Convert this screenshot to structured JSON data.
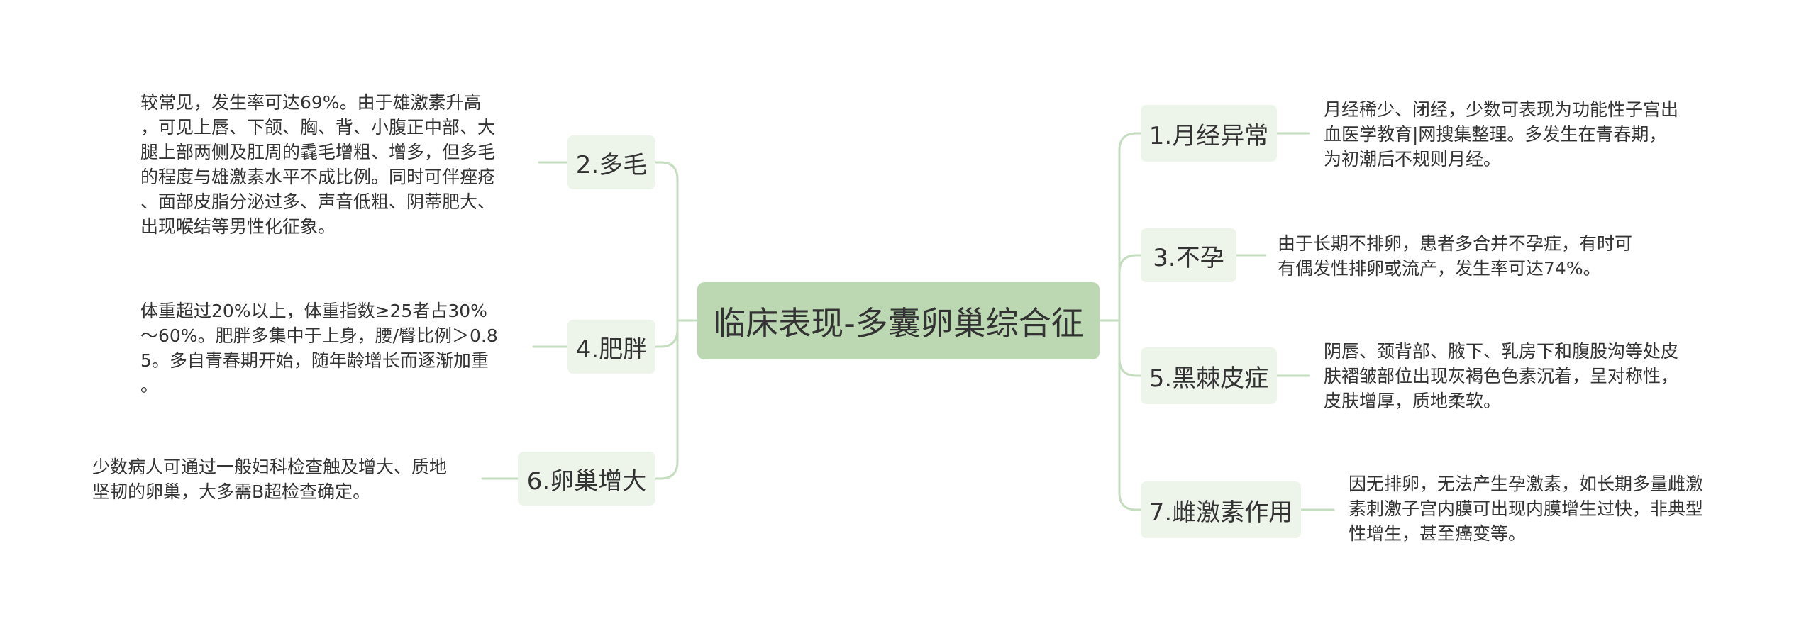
{
  "root": {
    "label": "临床表现-多囊卵巢综合征"
  },
  "right_branches": [
    {
      "label": "1.月经异常",
      "lines": [
        "月经稀少、闭经，少数可表现为功能性子宫出",
        "血医学教育|网搜集整理。多发生在青春期，",
        "为初潮后不规则月经。"
      ]
    },
    {
      "label": "3.不孕",
      "lines": [
        "由于长期不排卵，患者多合并不孕症，有时可",
        "有偶发性排卵或流产，发生率可达74%。"
      ]
    },
    {
      "label": "5.黑棘皮症",
      "lines": [
        "阴唇、颈背部、腋下、乳房下和腹股沟等处皮",
        "肤褶皱部位出现灰褐色色素沉着，呈对称性，",
        "皮肤增厚，质地柔软。"
      ]
    },
    {
      "label": "7.雌激素作用",
      "lines": [
        "因无排卵，无法产生孕激素，如长期多量雌激",
        "素刺激子宫内膜可出现内膜增生过快，非典型",
        "性增生，甚至癌变等。"
      ]
    }
  ],
  "left_branches": [
    {
      "label": "2.多毛",
      "lines": [
        "较常见，发生率可达69%。由于雄激素升高",
        "，可见上唇、下颌、胸、背、小腹正中部、大",
        "腿上部两侧及肛周的毳毛增粗、增多，但多毛",
        "的程度与雄激素水平不成比例。同时可伴痤疮",
        "、面部皮脂分泌过多、声音低粗、阴蒂肥大、",
        "出现喉结等男性化征象。"
      ]
    },
    {
      "label": "4.肥胖",
      "lines": [
        "体重超过20%以上，体重指数≥25者占30%",
        "～60%。肥胖多集中于上身，腰/臀比例＞0.8",
        "5。多自青春期开始，随年龄增长而逐渐加重",
        "。"
      ]
    },
    {
      "label": "6.卵巢增大",
      "lines": [
        "少数病人可通过一般妇科检查触及增大、质地",
        "坚韧的卵巢，大多需B超检查确定。"
      ]
    }
  ],
  "colors": {
    "root_fill": "#bcd8b3",
    "node_fill": "#edf4ea",
    "connector": "#c5ddbf",
    "text": "#333333"
  }
}
